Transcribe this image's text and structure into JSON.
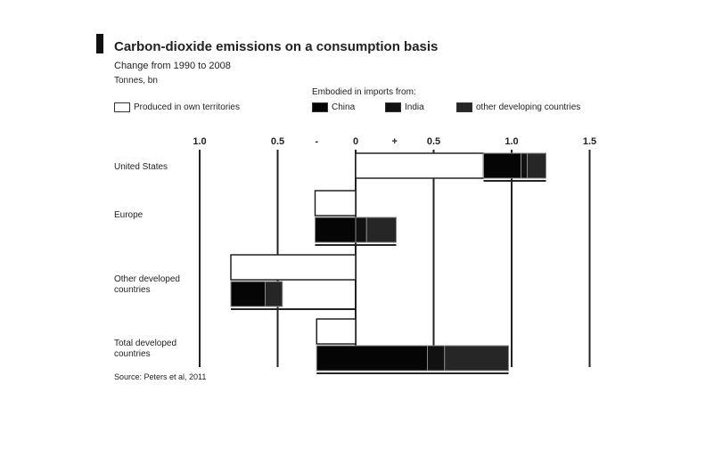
{
  "chart_data": {
    "type": "bar",
    "orientation": "horizontal-stacked",
    "title": "Carbon-dioxide emissions on a consumption basis",
    "subtitle": "Change from 1990 to 2008",
    "unit": "Tonnes, bn",
    "legend_heading": "Embodied in imports from:",
    "legend": [
      {
        "key": "produced",
        "label": "Produced in own territories",
        "color": "#ffffff"
      },
      {
        "key": "china",
        "label": "China",
        "color": "#050505"
      },
      {
        "key": "india",
        "label": "India",
        "color": "#111111"
      },
      {
        "key": "other",
        "label": "other developing countries",
        "color": "#262626"
      }
    ],
    "xlim": [
      -1.0,
      1.5
    ],
    "ticks": [
      {
        "value": -1.0,
        "label": "1.0"
      },
      {
        "value": -0.5,
        "label": "0.5"
      },
      {
        "value": -0.25,
        "label": "-"
      },
      {
        "value": 0,
        "label": "0"
      },
      {
        "value": 0.25,
        "label": "+"
      },
      {
        "value": 0.5,
        "label": "0.5"
      },
      {
        "value": 1.0,
        "label": "1.0"
      },
      {
        "value": 1.5,
        "label": "1.5"
      }
    ],
    "categories": [
      "United States",
      "Europe",
      "Other developed countries",
      "Total developed countries"
    ],
    "series": [
      {
        "name": "Produced in own territories",
        "key": "produced",
        "values": [
          0.82,
          -0.26,
          -0.8,
          -0.25
        ]
      },
      {
        "name": "China",
        "key": "china",
        "values": [
          0.24,
          0.26,
          0.22,
          0.71
        ]
      },
      {
        "name": "India",
        "key": "india",
        "values": [
          0.04,
          0.07,
          0.0,
          0.11
        ]
      },
      {
        "name": "other developing countries",
        "key": "other",
        "values": [
          0.12,
          0.19,
          0.11,
          0.41
        ]
      }
    ],
    "source": "Source: Peters et al, 2011"
  }
}
